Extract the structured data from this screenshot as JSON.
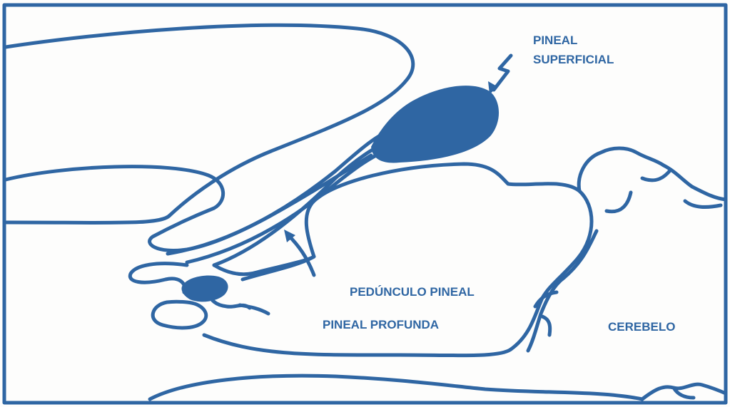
{
  "diagram": {
    "labels": {
      "pineal_superficial": [
        "PINEAL",
        "SUPERFICIAL"
      ],
      "pineal_peduncle": "PEDÚNCULO PINEAL",
      "pineal_deep": "PINEAL PROFUNDA",
      "cerebellum": "CEREBELO"
    }
  },
  "colors": {
    "stroke": "#2f66a3",
    "fill": "#2f66a3",
    "label": "#2f66a3",
    "background": "#ffffff"
  }
}
